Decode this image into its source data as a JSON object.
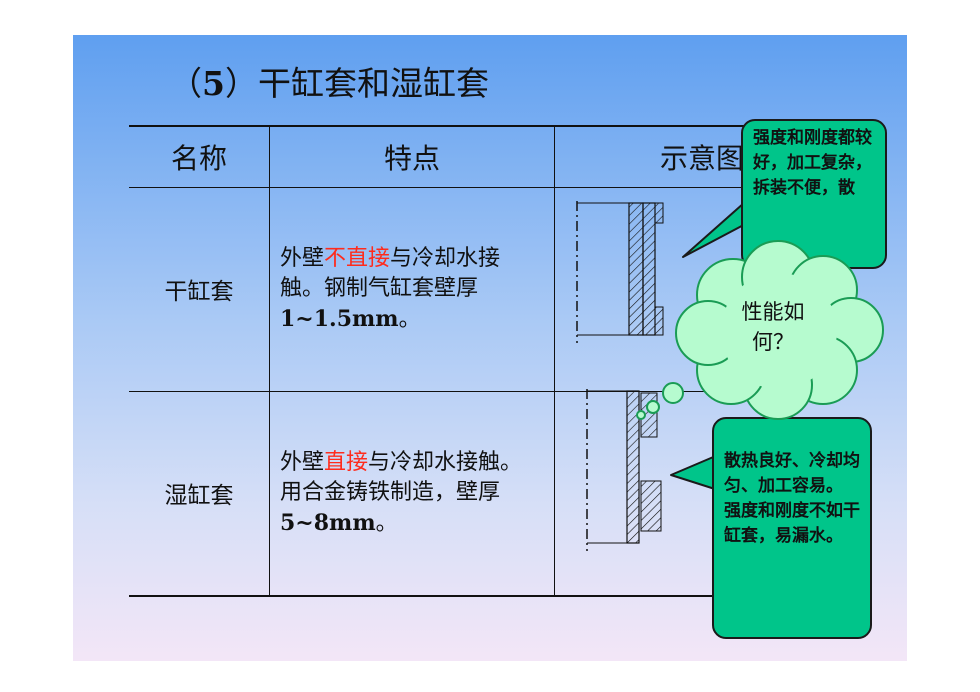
{
  "title": {
    "prefix": "（",
    "number": "5",
    "rest": "）干缸套和湿缸套"
  },
  "table": {
    "headers": [
      "名称",
      "特点",
      "示意图"
    ],
    "rows": [
      {
        "name": "干缸套",
        "feature_pre": "外壁",
        "feature_highlight": "不直接",
        "feature_mid": "与冷却水接触。钢制气缸套壁厚",
        "feature_bold": "1~1.5mm",
        "feature_end": "。"
      },
      {
        "name": "湿缸套",
        "feature_pre": "外壁",
        "feature_highlight": "直接",
        "feature_mid": "与冷却水接触。用合金铸铁制造，壁厚",
        "feature_bold": "5~8mm",
        "feature_end": "。"
      }
    ]
  },
  "callouts": {
    "dry": "强度和刚度都较好，加工复杂，拆装不便，散",
    "wet": "散热良好、冷却均匀、加工容易。\n强度和刚度不如干缸套，易漏水。"
  },
  "cloud": {
    "text": "性能如何？"
  },
  "colors": {
    "highlight": "#ff2b1c",
    "bubble": "#00c58a",
    "cloud": "#b6fbcf"
  }
}
